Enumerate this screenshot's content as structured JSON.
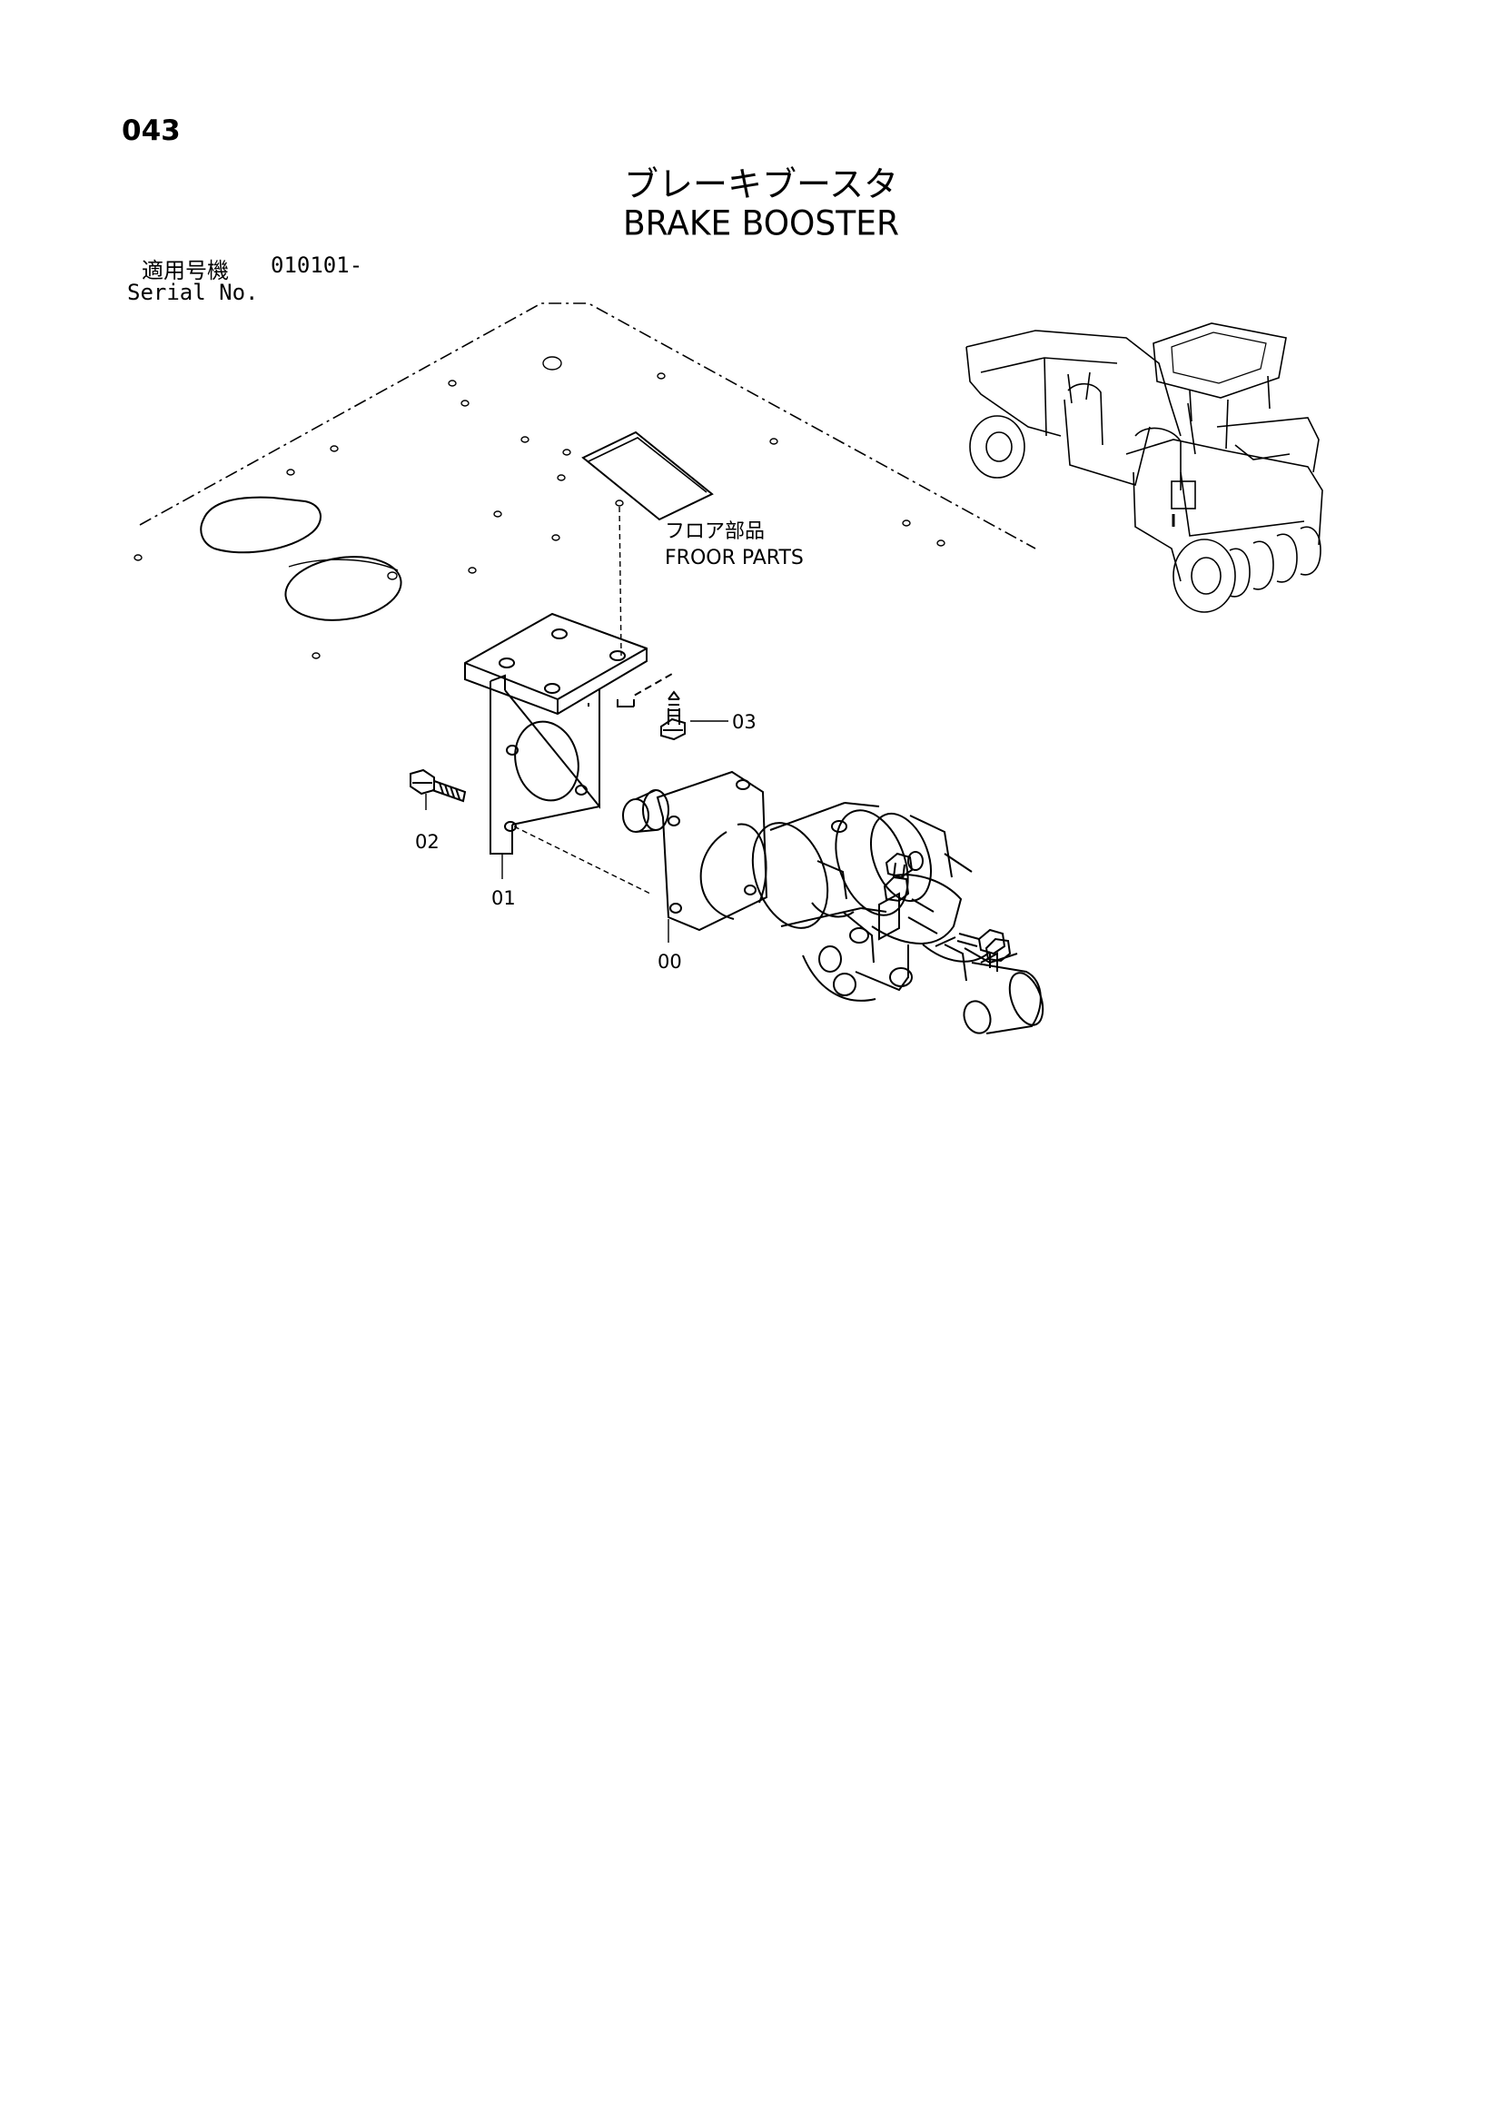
{
  "page": {
    "number": "043"
  },
  "title": {
    "japanese": "ブレーキブースタ",
    "english": "BRAKE BOOSTER"
  },
  "serial": {
    "label_jp": "適用号機",
    "value": "010101-",
    "label_en": "Serial No."
  },
  "callouts": {
    "floor_parts_jp": "フロア部品",
    "floor_parts_en": "FROOR PARTS",
    "part_00": "00",
    "part_01": "01",
    "part_02": "02",
    "part_03": "03"
  },
  "machine_icon": "road-roller-icon"
}
